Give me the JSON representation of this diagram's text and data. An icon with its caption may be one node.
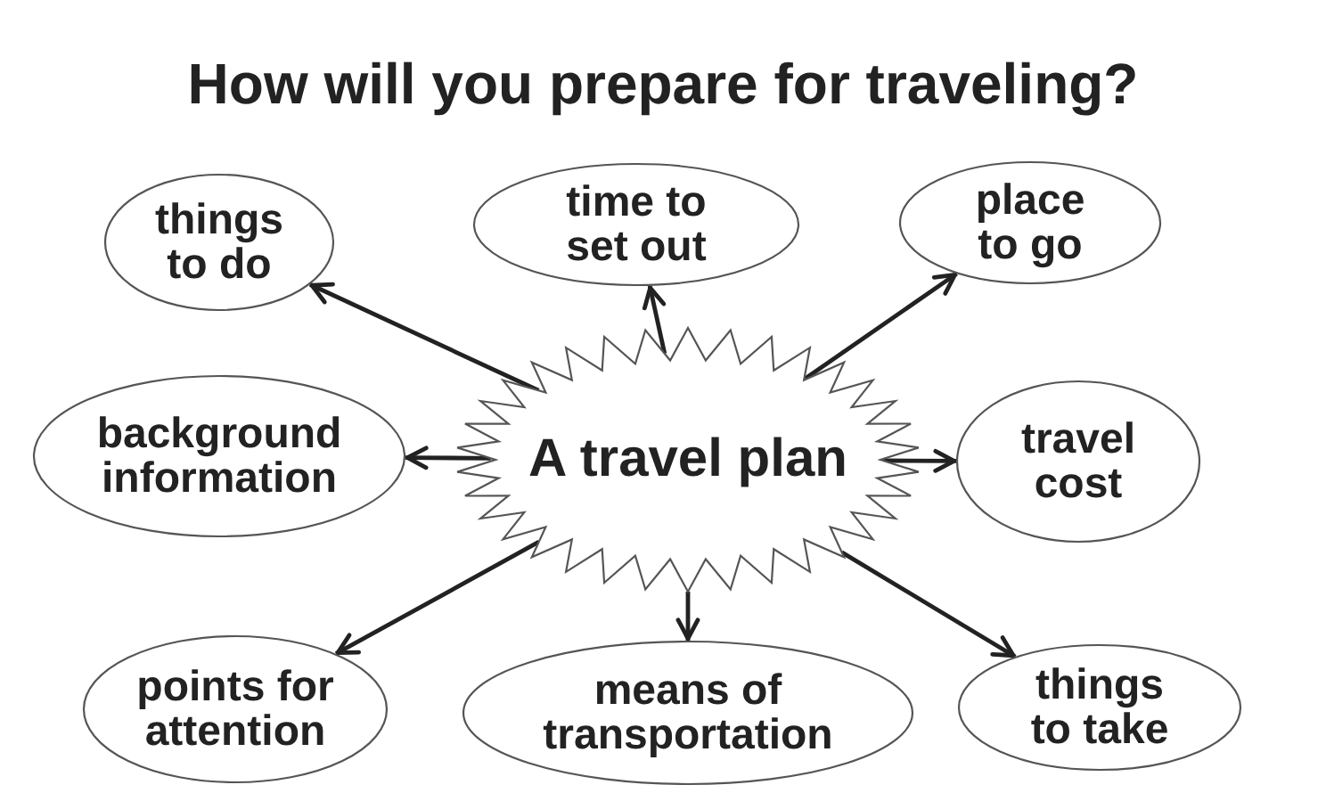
{
  "diagram": {
    "title": "How will you prepare for traveling?",
    "nodes": [
      {
        "text": [
          "things to do"
        ]
      },
      {
        "text": [
          "time to set out"
        ]
      },
      {
        "text": [
          "place to go"
        ]
      },
      {
        "text": [
          "background information"
        ]
      },
      {
        "text": [
          "A travel plan"
        ]
      },
      {
        "text": [
          "travel cost"
        ]
      },
      {
        "text": [
          "points for attention"
        ]
      },
      {
        "text": [
          "means of transportation"
        ]
      },
      {
        "text": [
          "things to take"
        ]
      }
    ],
    "edges": [
      {
        "from": 4,
        "to": 0,
        "arrow": "to"
      },
      {
        "from": 4,
        "to": 1,
        "arrow": "to"
      },
      {
        "from": 4,
        "to": 2,
        "arrow": "to"
      },
      {
        "from": 4,
        "to": 3,
        "arrow": "to"
      },
      {
        "from": 4,
        "to": 5,
        "arrow": "to"
      },
      {
        "from": 4,
        "to": 6,
        "arrow": "to"
      },
      {
        "from": 4,
        "to": 7,
        "arrow": "to"
      },
      {
        "from": 4,
        "to": 8,
        "arrow": "to"
      }
    ]
  }
}
